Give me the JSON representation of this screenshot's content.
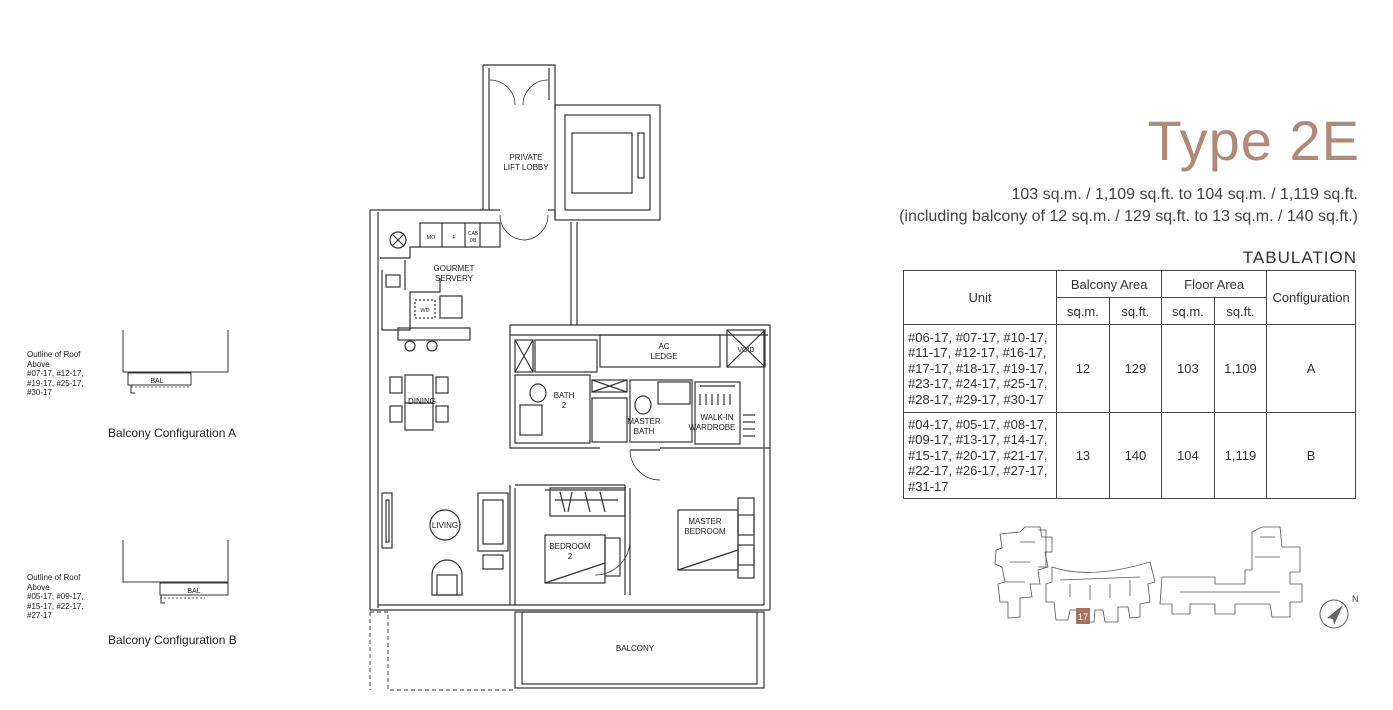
{
  "header": {
    "title": "Type 2E",
    "area_line_1": "103 sq.m. / 1,109 sq.ft. to 104 sq.m. / 1,119 sq.ft.",
    "area_line_2": "(including balcony of 12 sq.m. / 129 sq.ft. to 13 sq.m. / 140 sq.ft.)"
  },
  "tabulation": {
    "label": "TABULATION",
    "headers": {
      "unit": "Unit",
      "balcony_area": "Balcony Area",
      "floor_area": "Floor Area",
      "configuration": "Configuration",
      "sqm": "sq.m.",
      "sqft": "sq.ft."
    },
    "rows": [
      {
        "units": "#06-17, #07-17, #10-17, #11-17, #12-17, #16-17, #17-17, #18-17, #19-17, #23-17, #24-17, #25-17, #28-17, #29-17, #30-17",
        "balcony_sqm": "12",
        "balcony_sqft": "129",
        "floor_sqm": "103",
        "floor_sqft": "1,109",
        "config": "A"
      },
      {
        "units": "#04-17, #05-17, #08-17, #09-17, #13-17, #14-17, #15-17, #20-17, #21-17, #22-17, #26-17, #27-17, #31-17",
        "balcony_sqm": "13",
        "balcony_sqft": "140",
        "floor_sqm": "104",
        "floor_sqft": "1,119",
        "config": "B"
      }
    ]
  },
  "config_a": {
    "outline_1": "Outline of Roof",
    "outline_2": "Above",
    "outline_3": "#07-17, #12-17,",
    "outline_4": "#19-17, #25-17,",
    "outline_5": "#30-17",
    "bal": "BAL",
    "caption": "Balcony Configuration A"
  },
  "config_b": {
    "outline_1": "Outline of Roof",
    "outline_2": "Above",
    "outline_3": "#05-17, #09-17,",
    "outline_4": "#15-17, #22-17,",
    "outline_5": "#27-17",
    "bal": "BAL",
    "caption": "Balcony Configuration B"
  },
  "plan": {
    "private_lift_lobby_1": "PRIVATE",
    "private_lift_lobby_2": "LIFT LOBBY",
    "mo": "MO",
    "f": "F",
    "cab_1": "CAB",
    "cab_2": "DB",
    "gourmet_servery_1": "GOURMET",
    "gourmet_servery_2": "SERVERY",
    "wd": "WD",
    "ac_ledge_1": "AC",
    "ac_ledge_2": "LEDGE",
    "void": "VOID",
    "bath2_1": "BATH",
    "bath2_2": "2",
    "master_bath_1": "MASTER",
    "master_bath_2": "BATH",
    "walk_in_1": "WALK-IN",
    "walk_in_2": "WARDROBE",
    "dining": "DINING",
    "living": "LIVING",
    "bedroom2_1": "BEDROOM",
    "bedroom2_2": "2",
    "master_bedroom_1": "MASTER",
    "master_bedroom_2": "BEDROOM",
    "balcony": "BALCONY"
  },
  "key_plan": {
    "unit_marker": "17",
    "north": "N",
    "highlight_color": "#a9725e"
  },
  "colors": {
    "title": "#b08a78",
    "line": "#333333"
  }
}
